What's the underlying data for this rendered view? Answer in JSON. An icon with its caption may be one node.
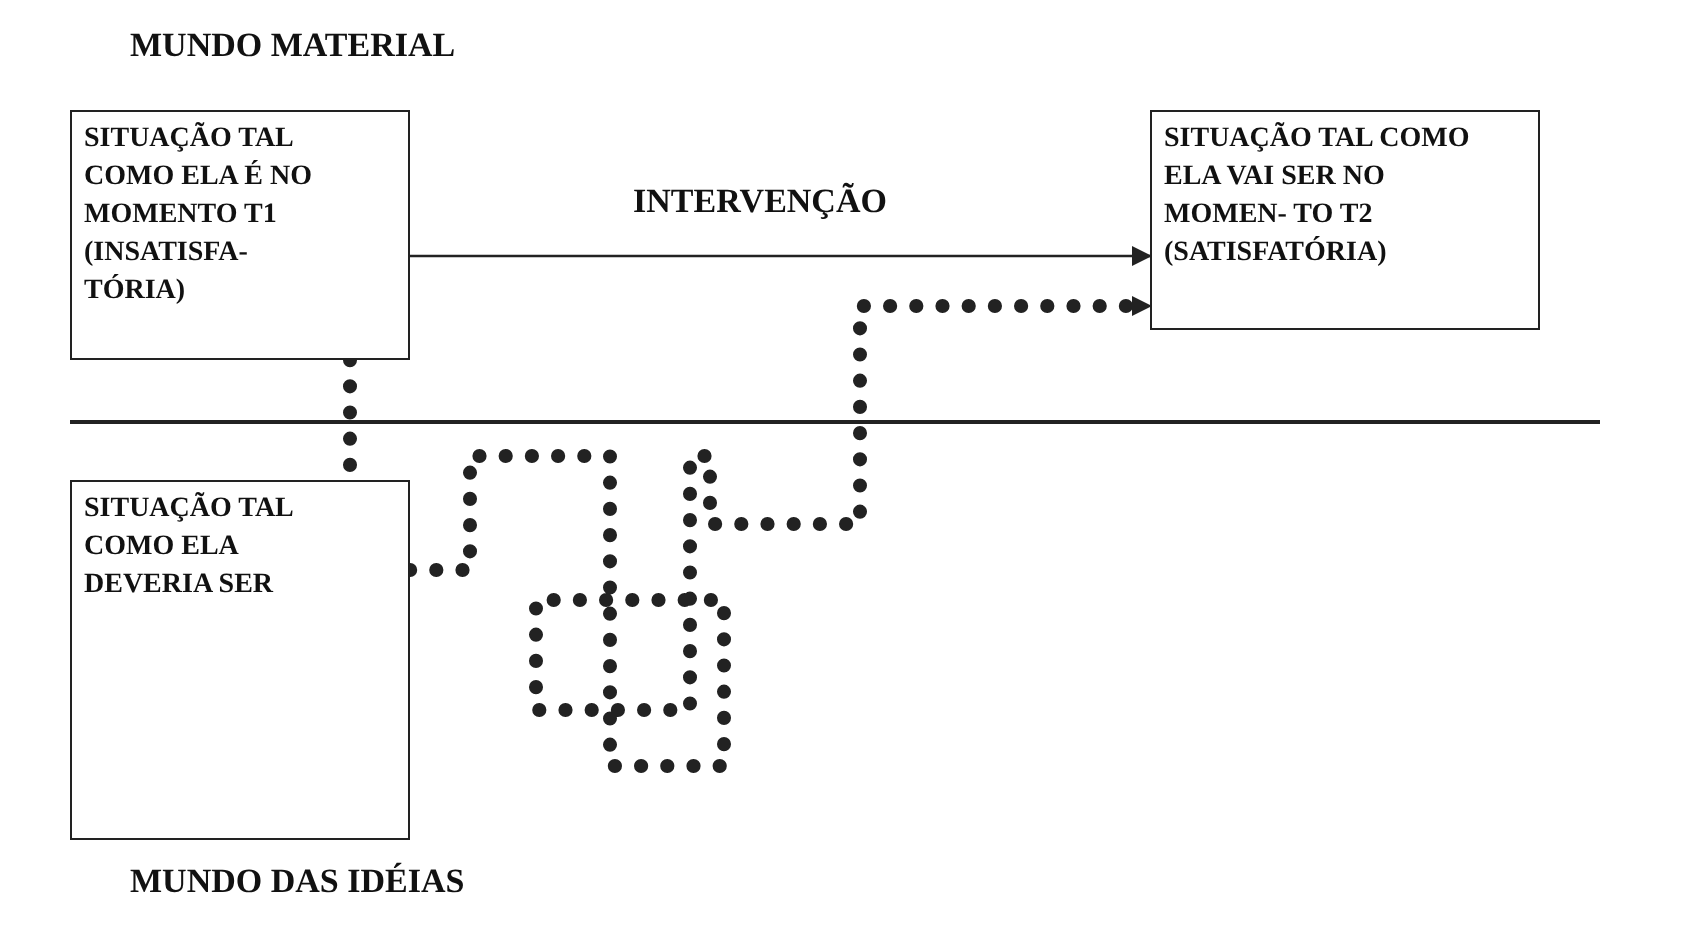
{
  "diagram": {
    "nodes": [
      {
        "text": [
          "SITUAÇÃO TAL COMO ELA É NO MOMENTO T1 (INSATISFA- TÓRIA)"
        ]
      },
      {
        "text": [
          "SITUAÇÃO TAL COMO ELA VAI SER NO MOMEN- TO T2 (SATISFATÓRIA)"
        ]
      },
      {
        "text": [
          "SITUAÇÃO TAL COMO ELA DEVERIA SER"
        ]
      }
    ],
    "edges": [
      {
        "from": 0,
        "to": 1,
        "arrow": "to",
        "label": "INTERVENÇÃO"
      },
      {
        "from": 0,
        "to": 2,
        "arrow": "none",
        "style": "dashed"
      },
      {
        "from": 2,
        "to": 1,
        "arrow": "to",
        "style": "dashed"
      }
    ],
    "labels": [
      "MUNDO MATERIAL",
      "MUNDO DAS IDÉIAS"
    ]
  }
}
